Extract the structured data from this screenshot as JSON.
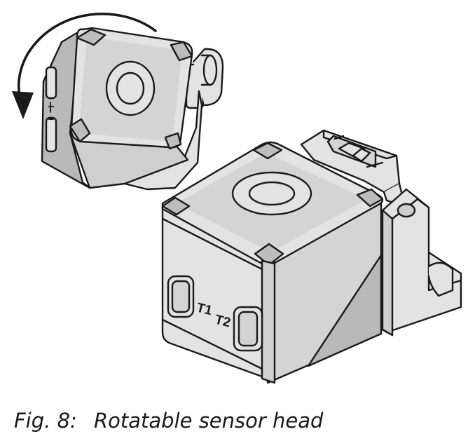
{
  "figure": {
    "caption_number": "Fig. 8:",
    "caption_text": "Rotatable sensor head",
    "terminal_labels": [
      "T1",
      "T2"
    ]
  },
  "colors": {
    "body_fill": "#e3e3e3",
    "face_fill": "#d4d4d4",
    "shade_fill": "#b9b9b9",
    "outline": "#1a1a1a",
    "caption_text": "#1a1a1a"
  },
  "icons": {
    "rotation_arrow": "curved-arrow-counterclockwise"
  }
}
